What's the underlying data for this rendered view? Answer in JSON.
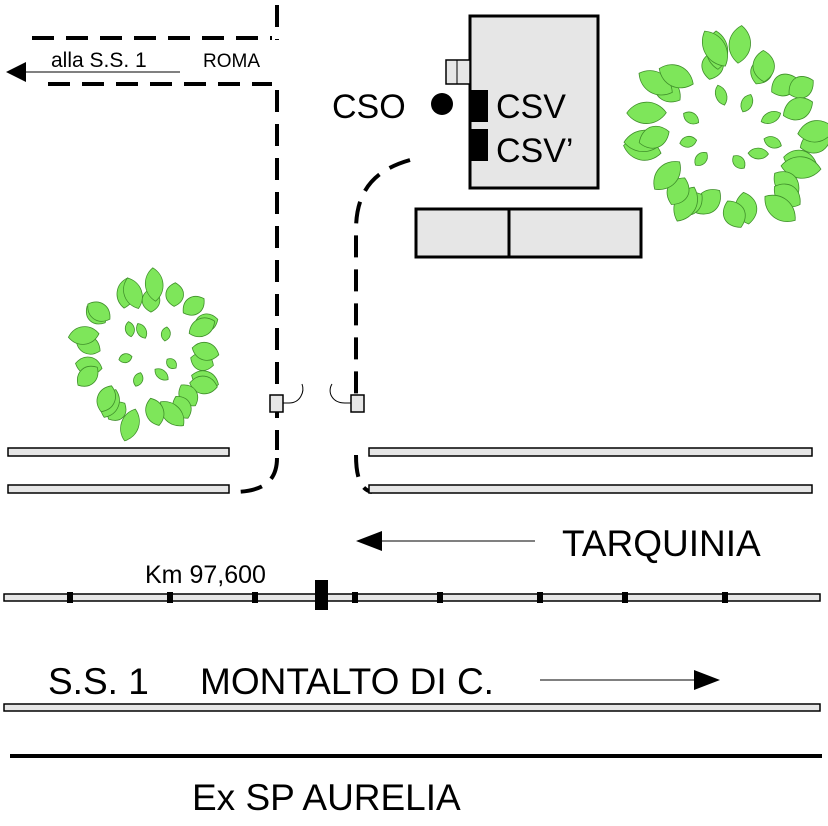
{
  "labels": {
    "roma_direction": "alla S.S. 1",
    "roma": "ROMA",
    "cso": "CSO",
    "csv": "CSV",
    "csv_prime": "CSV’",
    "tarquinia": "TARQUINIA",
    "km_marker": "Km 97,600",
    "ss1": "S.S. 1",
    "montalto": "MONTALTO DI C.",
    "aurelia": "Ex SP  AURELIA"
  },
  "colors": {
    "building_fill": "#e6e6e6",
    "tree_leaf": "#7ee65a",
    "tree_leaf_stroke": "#3f8f2a",
    "road_fill": "#e6e6e6",
    "ink": "#000000"
  }
}
